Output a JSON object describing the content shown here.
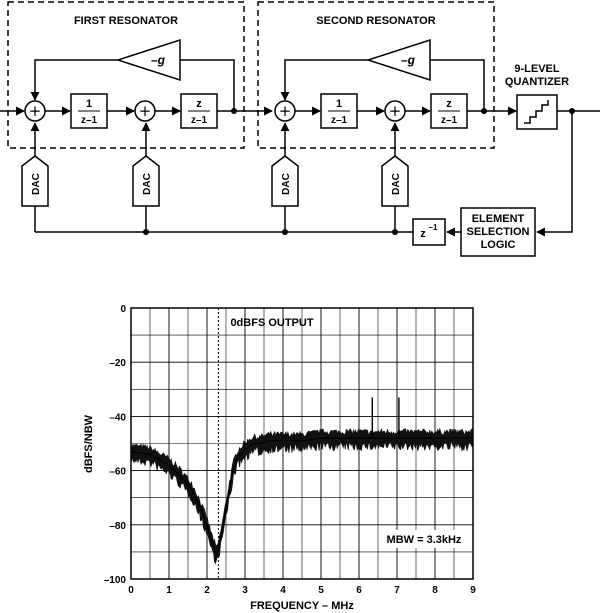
{
  "diagram": {
    "first_resonator_title": "FIRST RESONATOR",
    "second_resonator_title": "SECOND RESONATOR",
    "gain_label": "–g",
    "integrator_num": "1",
    "integrator_den": "z–1",
    "resonator_num": "z",
    "resonator_den": "z–1",
    "dac_label": "DAC",
    "quantizer_title_line1": "9-LEVEL",
    "quantizer_title_line2": "QUANTIZER",
    "delay_label": "z",
    "delay_exponent": "–1",
    "element_selection_line1": "ELEMENT",
    "element_selection_line2": "SELECTION",
    "element_selection_line3": "LOGIC"
  },
  "chart_data": {
    "type": "line",
    "title": "0dBFS  OUTPUT",
    "xlabel": "FREQUENCY – MHz",
    "ylabel": "dBFS/NBW",
    "xlim": [
      0,
      9
    ],
    "ylim": [
      -100,
      0
    ],
    "x_ticks": [
      "0",
      "1",
      "2",
      "3",
      "4",
      "5",
      "6",
      "7",
      "8",
      "9"
    ],
    "y_ticks": [
      "0",
      "–20",
      "–40",
      "–60",
      "–80",
      "–100"
    ],
    "grid": true,
    "annotation": "MBW = 3.3kHz",
    "marker_line_mhz": 2.3,
    "series": [
      {
        "x": [
          0,
          0.5,
          1.0,
          1.3,
          1.6,
          1.8,
          2.0,
          2.1,
          2.2,
          2.25,
          2.3,
          2.4,
          2.5,
          2.6,
          2.7,
          2.8,
          3.0,
          3.2,
          3.4,
          3.6,
          4.0,
          4.5,
          5.0,
          5.5,
          6.0,
          6.5,
          7.0,
          7.5,
          8.0,
          8.5,
          9.0
        ],
        "y": [
          -53,
          -54,
          -58,
          -62,
          -67,
          -73,
          -80,
          -85,
          -89,
          -91,
          -89,
          -82,
          -74,
          -66,
          -59,
          -55,
          -52,
          -50,
          -50,
          -49,
          -49,
          -49,
          -48,
          -48,
          -48,
          -48,
          -48,
          -48,
          -48,
          -48,
          -48
        ]
      }
    ],
    "spurs": [
      {
        "x": 6.35,
        "y": -33
      },
      {
        "x": 7.05,
        "y": -33
      }
    ]
  }
}
